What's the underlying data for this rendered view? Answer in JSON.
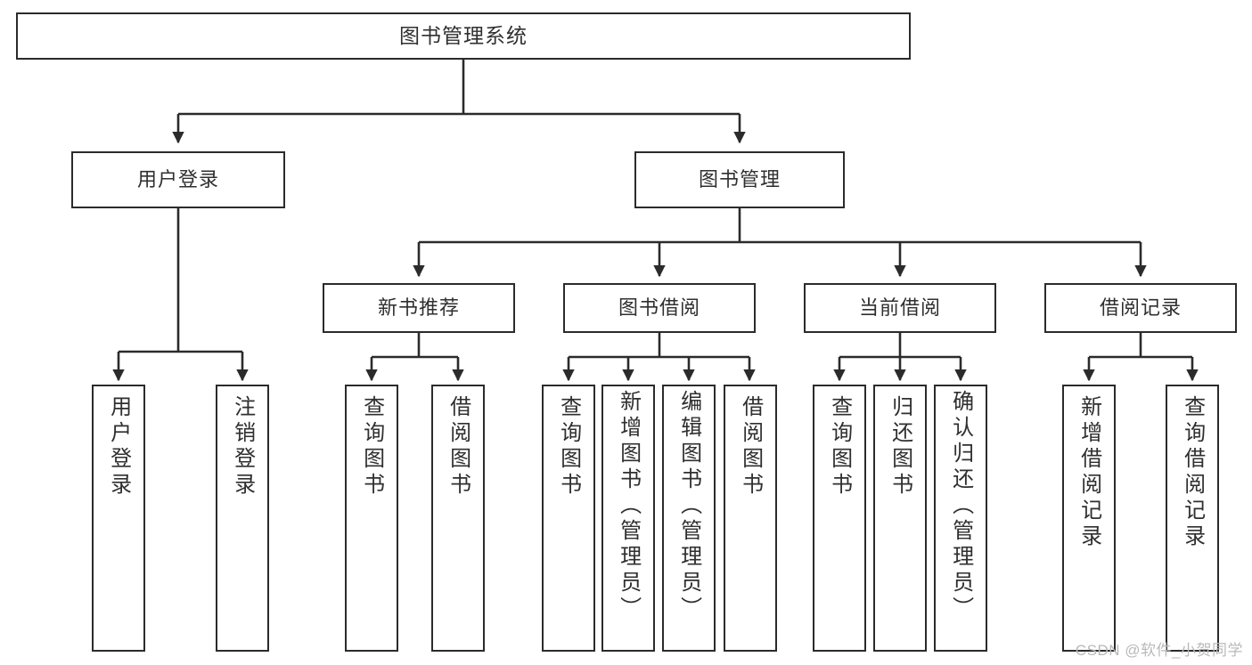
{
  "diagram": {
    "title": "图书管理系统",
    "type": "tree-hierarchy",
    "watermark": "CSDN @软件_小贺同学",
    "colors": {
      "stroke": "#2b2b2b",
      "fill": "#ffffff",
      "text": "#2f2f2f",
      "watermark": "#b9b9b9"
    }
  },
  "nodes": {
    "root": {
      "label": "图书管理系统"
    },
    "level2": [
      {
        "id": "user-login",
        "label": "用户登录"
      },
      {
        "id": "book-manage",
        "label": "图书管理"
      }
    ],
    "level3": [
      {
        "id": "new-book-recommend",
        "label": "新书推荐"
      },
      {
        "id": "book-borrow",
        "label": "图书借阅"
      },
      {
        "id": "current-borrow",
        "label": "当前借阅"
      },
      {
        "id": "borrow-record",
        "label": "借阅记录"
      }
    ],
    "leaves": {
      "user-login": [
        {
          "id": "leaf-user-login",
          "label": "用户登录"
        },
        {
          "id": "leaf-logout-login",
          "label": "注销登录"
        }
      ],
      "new-book-recommend": [
        {
          "id": "leaf-query-book-1",
          "label": "查询图书"
        },
        {
          "id": "leaf-borrow-book-1",
          "label": "借阅图书"
        }
      ],
      "book-borrow": [
        {
          "id": "leaf-query-book-2",
          "label": "查询图书"
        },
        {
          "id": "leaf-add-book",
          "label": "新增图书（管理员）"
        },
        {
          "id": "leaf-edit-book",
          "label": "编辑图书（管理员）"
        },
        {
          "id": "leaf-borrow-book-2",
          "label": "借阅图书"
        }
      ],
      "current-borrow": [
        {
          "id": "leaf-query-book-3",
          "label": "查询图书"
        },
        {
          "id": "leaf-return-book",
          "label": "归还图书"
        },
        {
          "id": "leaf-confirm-return",
          "label": "确认归还（管理员）"
        }
      ],
      "borrow-record": [
        {
          "id": "leaf-add-record",
          "label": "新增借阅记录"
        },
        {
          "id": "leaf-query-record",
          "label": "查询借阅记录"
        }
      ]
    }
  }
}
